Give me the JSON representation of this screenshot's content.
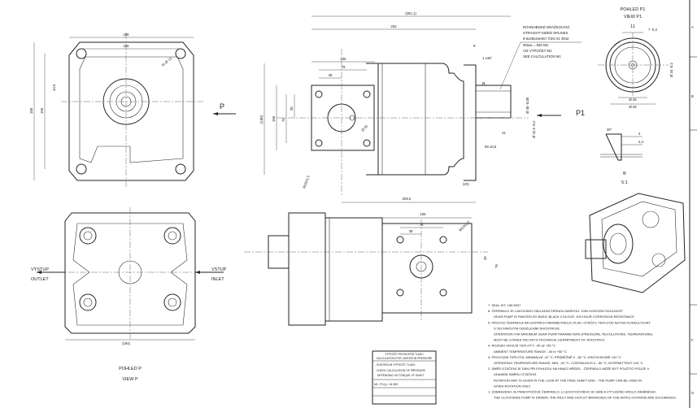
{
  "front_view": {
    "dims": [
      "188",
      "155",
      "185",
      "155",
      "44,5",
      "4x Ø 13"
    ],
    "arrow_label": "P"
  },
  "rear_view": {
    "outlet_cz": "VÝSTUP",
    "outlet_en": "OUTLET",
    "inlet_cz": "VSTUP",
    "inlet_en": "INLET",
    "width_dim": "(184)",
    "title_cz": "POHLED P",
    "title_en": "VIEW P"
  },
  "side_view": {
    "dims": [
      "(391,1)",
      "262",
      "105",
      "78",
      "39",
      "(180)",
      "155",
      "78",
      "39",
      "Ø 65",
      "M10x1,5",
      "9",
      "1 x45°",
      "Ø 40 -0,05",
      "Ø 32,5 -0,2",
      "41",
      "69 ±0,5",
      "(20)",
      "209,5"
    ],
    "detail_marker": "B",
    "arrow_label": "P1"
  },
  "spline_note": [
    "ROVNOBOKÉ DRÁŽKOVÁNÍ",
    "STRAIGHT-SIDED SPLINES",
    "8-6x28x34e9x7 ČSN 01 4942",
    "Mmax = 830 Nm",
    "VIZ VÝPOČET M1",
    "SEE CALCULATION M1"
  ],
  "view_p1": {
    "title_cz": "POHLED P1",
    "title_en": "VIEW P1",
    "dims": [
      "11",
      "7 -0,2",
      "Ø 34 -0,2",
      "Ø 26",
      "Ø 28"
    ]
  },
  "detail_b": {
    "title": "B",
    "scale": "5:1",
    "dims": [
      "30°",
      "4",
      "2,4"
    ]
  },
  "bottom_view": {
    "dims": [
      "105",
      "78",
      "39",
      "39",
      "78",
      "M10x1,5"
    ]
  },
  "calc_table": {
    "rows": [
      "VÝPOČET PEVNOSTNÍ TLAKU",
      "CALCULATION FOR LIMITATION PRESSURE",
      "- KONTROLNÍ VÝPOČET TLAKU",
      "- CHECK CALCULATION OF PRESSURE",
      "DEPENDING ON TORQUE OF SHAFT",
      "M1- P/Vg = 44 800"
    ]
  },
  "notes": [
    "7.  SEAL KIT: 155 5507",
    "6.  ČERPADLO JE LAKOVÁNO ZÁKLADNÍ ČERNOU BARVOU. 100h KOROZNÍ ODOLNOST",
    "GEAR PUMP IS PAINTED BY BASIC BLACK COLOUR. 100 HOUR CORROSION RESISTANCE",
    "5.  PROVOZ ČERPADLA NA LIMITNÍCH PARAMETRECH (TLAK, OTÁČKY, TEPLOTA) NUTNO KONZULTOVAT",
    "S TECHNICKÝM ODDĚLENÍM JIHOSTROJE.",
    "OPERATION FOR MAXIMUM GEAR PUMP PARAMETERS (PRESSURE, REVOLUTIONS, TEMPERATURE)",
    "MUST BE CONSULTED WITH TECHNICAL DEPARTMENT OF JIHOSTROJ.",
    "4.  ROZSAH OKOLNÍ TEPLOTY: -40 až +55 °C",
    "AMBIENT TEMPERATURE RANGE: -40 to +55 °C",
    "3.  PROVOZNÍ TEPLOTA: MINIMÁLNÍ -20 °C; PRŮBĚŽNĚ 0 - 80 °C; KRÁTKODOBĚ 100 °C",
    "OPERATING TEMPERATURE RANGE: MIN. -20 °C; CONTINUOUS 0 - 80 °C; INTERMITTENT 100 °C",
    "2.  SMĚR OTÁČENÍ JE DÁN PŘI POHLEDU NA HNACÍ HŘÍDEL - ČERPADLO MŮŽE BÝT POUŽITO POUZE V",
    "UDANÉM SMĚRU OTÁČENÍ.",
    "ROTATION WAY IS GIVEN IN THE LOOK AT THE FREE SHAFT END - THE PUMP CAN BE USED IN",
    "GIVEN ROTATION ONLY.",
    "1.  ZOBRAZENO JE PRAVOTOČIVÉ ČERPADLO, U LEVOTOČIVÉHO JE SÁNÍ A VÝTLAČNÉ HRDLO ZAMĚNĚNO.",
    "THE CLOCKWISE PUMP IS DRAWN. THE INLET AND OUTLET BRANCHES OF THE ANTICLOCKWISE ARE EXCHANGED."
  ],
  "frame_zones": [
    "A",
    "B",
    "F",
    "G"
  ]
}
